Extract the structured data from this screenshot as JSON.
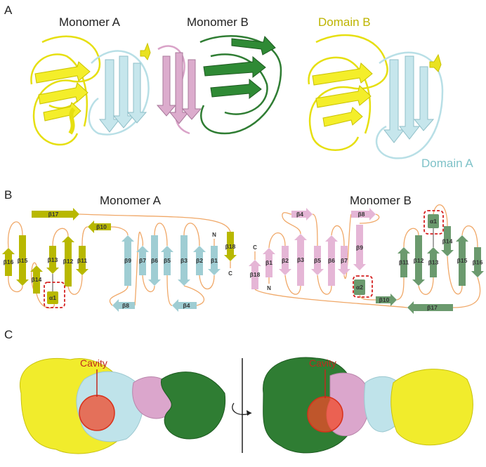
{
  "panel_a": {
    "label": "A",
    "monomer_a": "Monomer A",
    "monomer_b": "Monomer B",
    "domain_b": "Domain B",
    "domain_a": "Domain A"
  },
  "panel_b": {
    "label": "B",
    "monomer_a_title": "Monomer A",
    "monomer_b_title": "Monomer B",
    "monomer_a": {
      "strands": {
        "b1": "β1",
        "b2": "β2",
        "b3": "β3",
        "b4": "β4",
        "b5": "β5",
        "b6": "β6",
        "b7": "β7",
        "b8": "β8",
        "b9": "β9",
        "b10": "β10",
        "b11": "β11",
        "b12": "β12",
        "b13": "β13",
        "b14": "β14",
        "b15": "β15",
        "b16": "β16",
        "b17": "β17",
        "b18": "β18"
      },
      "helices": {
        "a1": "α1"
      },
      "n_term": "N",
      "c_term": "C"
    },
    "monomer_b": {
      "strands": {
        "b1": "β1",
        "b2": "β2",
        "b3": "β3",
        "b4": "β4",
        "b5": "β5",
        "b6": "β6",
        "b7": "β7",
        "b8": "β8",
        "b9": "β9",
        "b10": "β10",
        "b11": "β11",
        "b12": "β12",
        "b13": "β13",
        "b14": "β14",
        "b15": "β15",
        "b16": "β16",
        "b17": "β17",
        "b18": "β18"
      },
      "helices": {
        "a1": "α1",
        "a2": "α2"
      },
      "n_term": "N",
      "c_term": "C"
    },
    "colors": {
      "domain_b": "#b8b800",
      "domain_a": "#9fcdd3",
      "monomer_b_pink": "#e5b6d6",
      "monomer_b_green": "#6b9a6e",
      "loop": "#f0a868",
      "highlight": "#d42020"
    }
  },
  "panel_c": {
    "label": "C",
    "cavity_left": "Cavity",
    "cavity_right": "Cavity"
  },
  "colors": {
    "yellow": "#f1ec2c",
    "cyan": "#bfe3ea",
    "pink": "#dba6cc",
    "green": "#2f7d33",
    "cavity": "#f04a2a"
  }
}
